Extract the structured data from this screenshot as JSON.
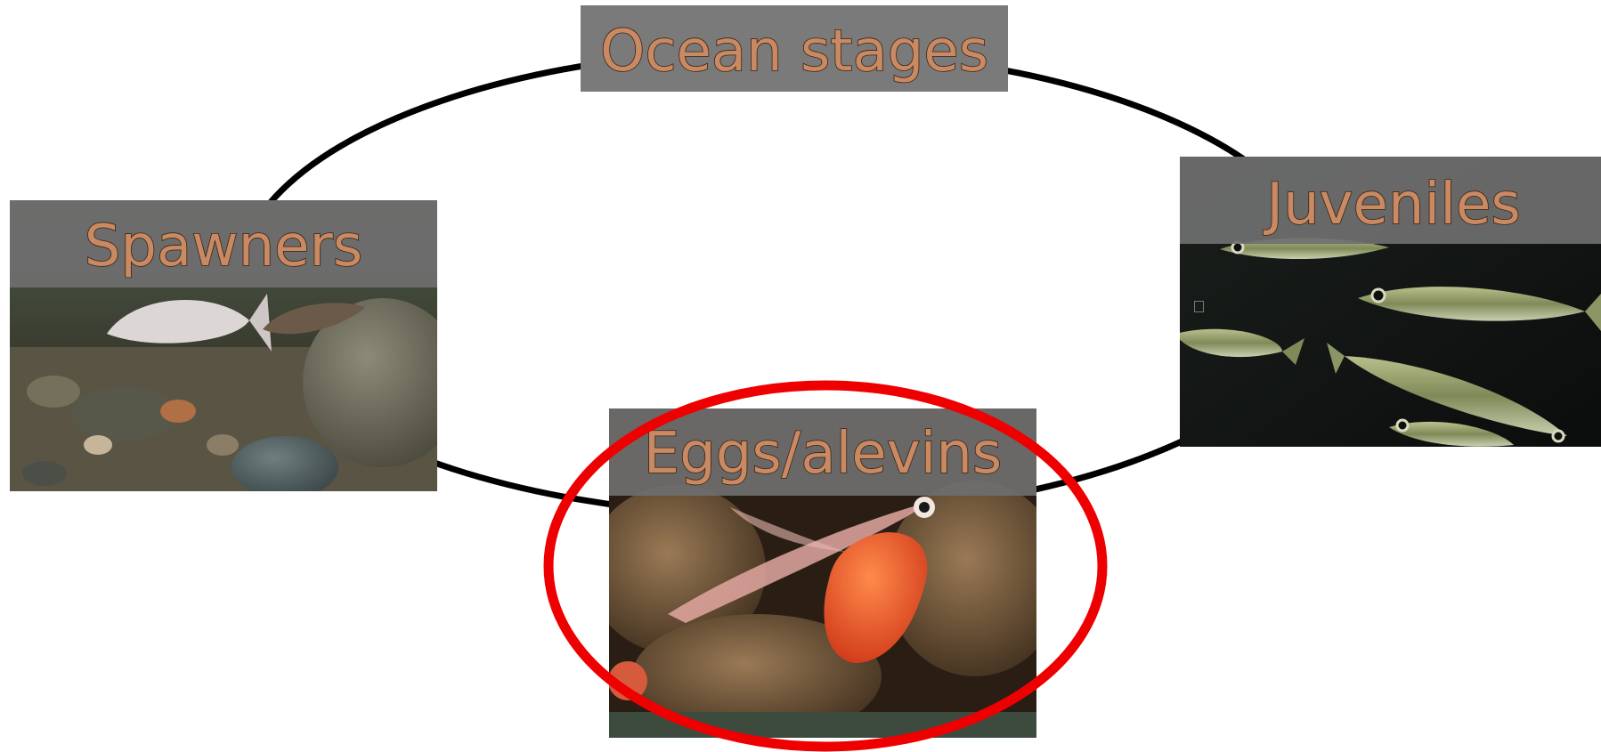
{
  "diagram": {
    "stages": {
      "ocean": {
        "label": "Ocean stages"
      },
      "juveniles": {
        "label": "Juveniles",
        "photo": "juvenile-salmon-school-photo"
      },
      "eggs": {
        "label": "Eggs/alevins",
        "photo": "alevin-with-yolk-sac-photo"
      },
      "spawners": {
        "label": "Spawners",
        "photo": "spawning-salmon-photo"
      }
    },
    "highlight": {
      "target": "eggs",
      "color": "#ee0000"
    },
    "cycle_color": "#000000",
    "label_color": "#c98a63"
  }
}
